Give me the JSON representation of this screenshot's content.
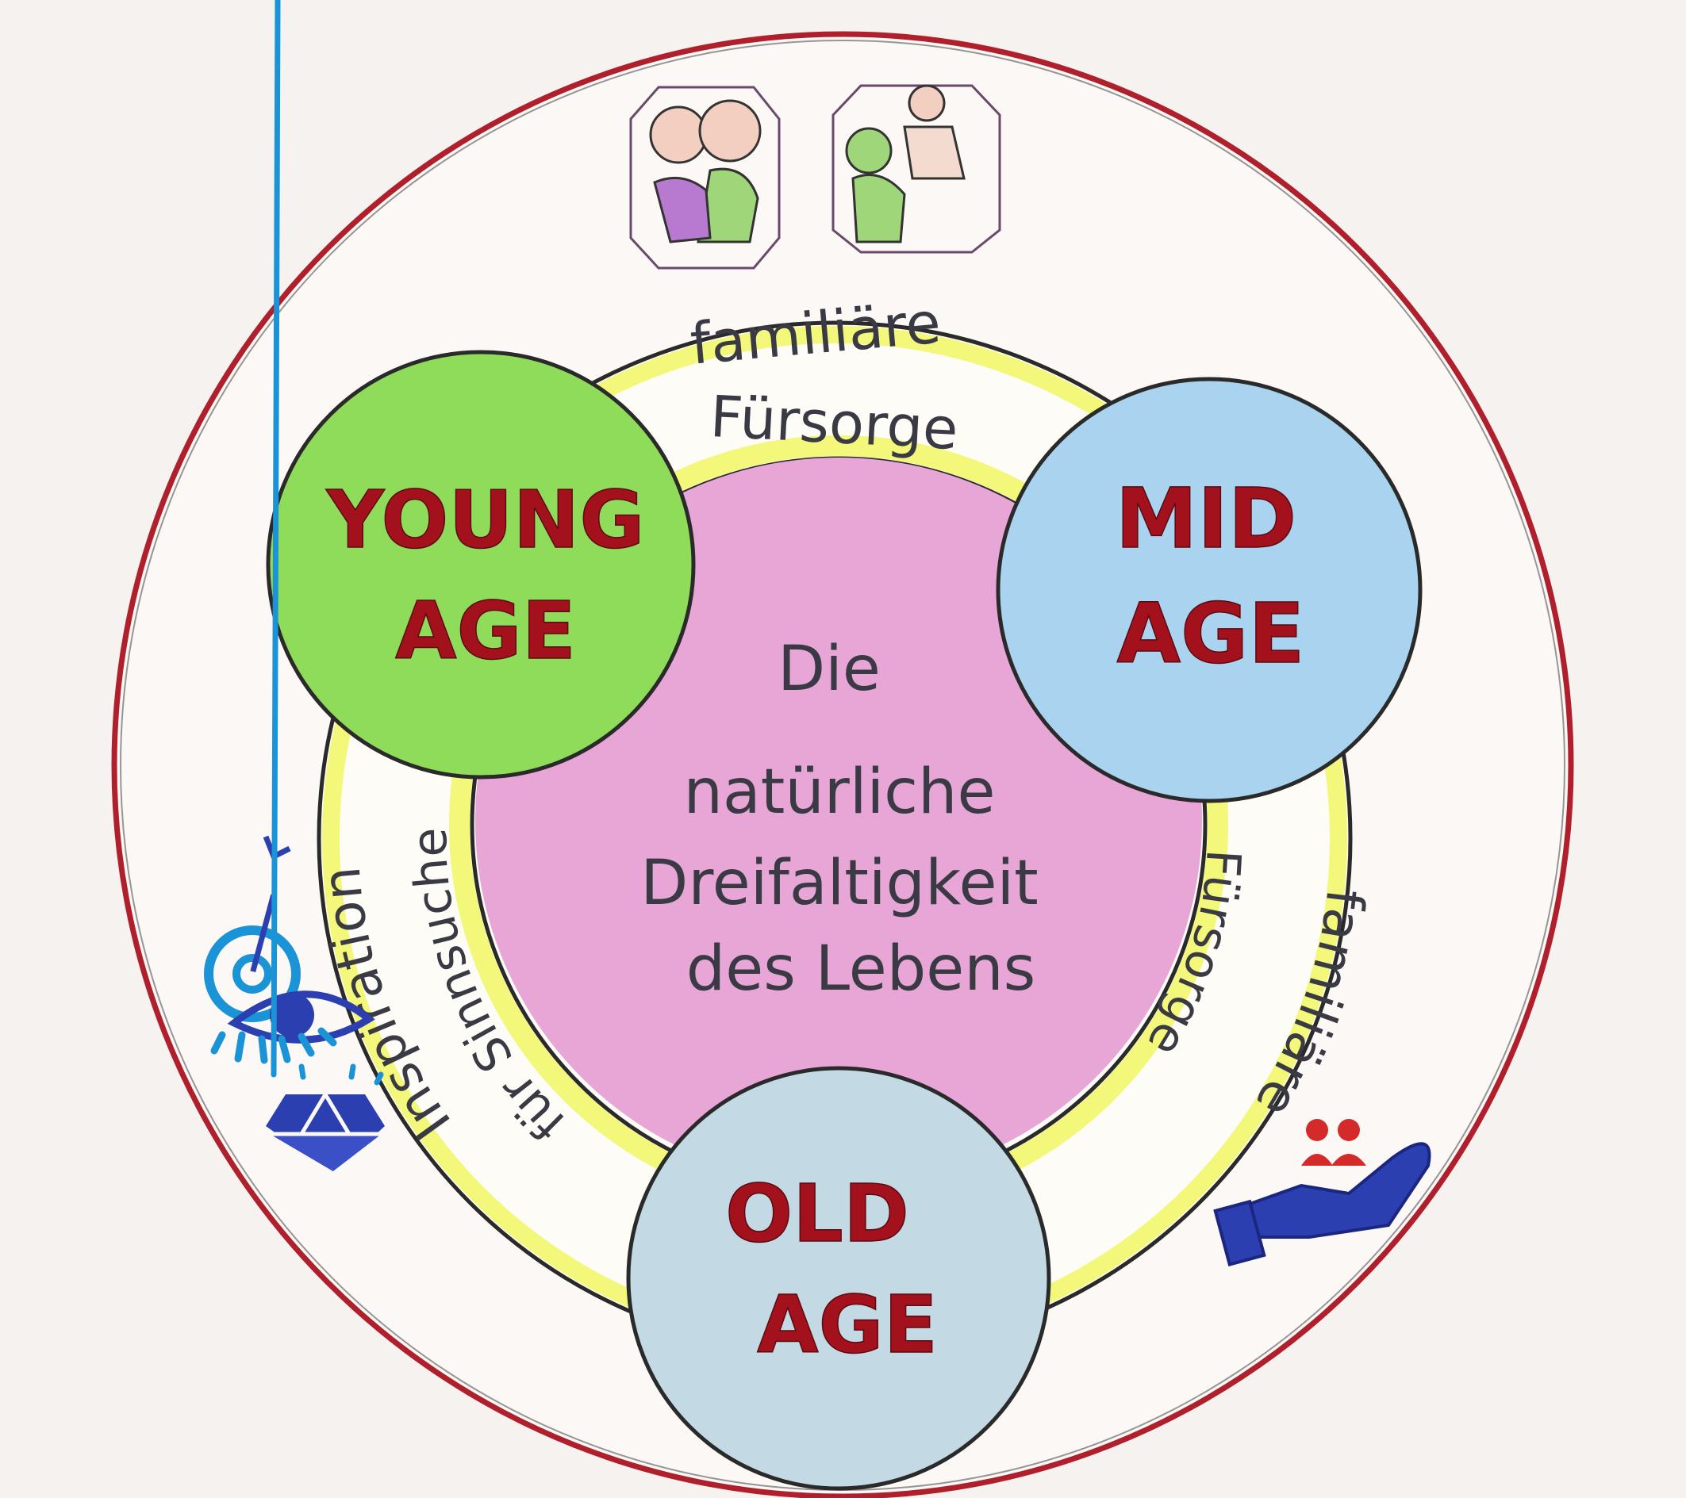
{
  "center": {
    "line1": "Die",
    "line2": "natürliche",
    "line3": "Dreifaltigkeit",
    "line4": "des Lebens"
  },
  "ages": {
    "young": {
      "line1": "YOUNG",
      "line2": "AGE",
      "color": "#8fdc5a"
    },
    "mid": {
      "line1": "MID",
      "line2": "AGE",
      "color": "#a9d3ee"
    },
    "old": {
      "line1": "OLD",
      "line2": "AGE",
      "color": "#c3d9e3"
    }
  },
  "arcs": {
    "top_line1": "familiäre",
    "top_line2": "Fürsorge",
    "right_outer": "familiäre",
    "right_inner": "Fürsorge",
    "left_outer": "Inspiration",
    "left_inner": "für Sinnsuche"
  },
  "colors": {
    "outer_ring": "#b0202c",
    "ring_band": "#f3f77a",
    "center_fill": "#e7a6d6",
    "age_text": "#a3121c",
    "icon_blue": "#2b3fb0",
    "icon_cyan": "#1a94d6"
  },
  "icons": [
    "family-hug-icon",
    "parent-child-icon",
    "target-icon",
    "eye-icon",
    "diamond-icon",
    "caring-hand-icon"
  ]
}
